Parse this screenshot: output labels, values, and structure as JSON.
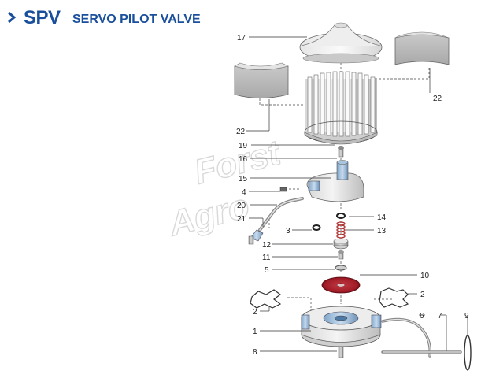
{
  "title": {
    "code": "SPV",
    "name": "SERVO PILOT VALVE",
    "chevron_icon": "chevron-right-icon",
    "color": "#1a4f9c"
  },
  "watermark": [
    "Forst",
    "Agro"
  ],
  "part_labels": {
    "p17": "17",
    "p22a": "22",
    "p22b": "22",
    "p19": "19",
    "p16": "16",
    "p15": "15",
    "p4": "4",
    "p20": "20",
    "p21": "21",
    "p14": "14",
    "p3": "3",
    "p13": "13",
    "p12": "12",
    "p11": "11",
    "p5": "5",
    "p10": "10",
    "p2a": "2",
    "p2b": "2",
    "p1": "1",
    "p6": "6",
    "p7": "7",
    "p9": "9",
    "p8": "8"
  }
}
